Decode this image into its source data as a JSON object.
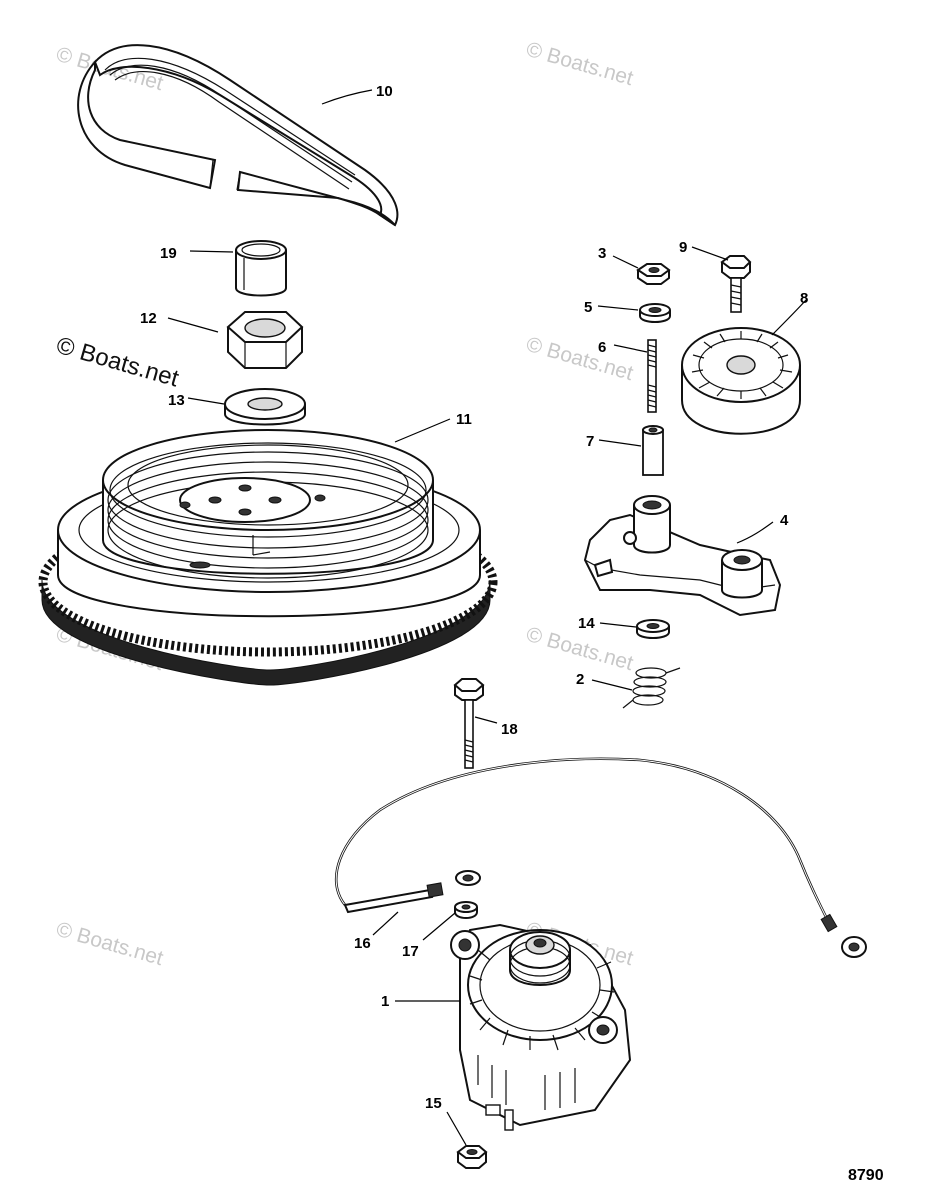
{
  "diagram": {
    "drawing_number": "8790",
    "watermarks": [
      "© Boats.net",
      "© Boats.net",
      "© Boats.net",
      "© Boats.net",
      "© Boats.net",
      "© Boats.net",
      "© Boats.net",
      "© Boats.net"
    ],
    "callouts": {
      "c1": "1",
      "c2": "2",
      "c3": "3",
      "c4": "4",
      "c5": "5",
      "c6": "6",
      "c7": "7",
      "c8": "8",
      "c9": "9",
      "c10": "10",
      "c11": "11",
      "c12": "12",
      "c13": "13",
      "c14": "14",
      "c15": "15",
      "c16": "16",
      "c17": "17",
      "c18": "18",
      "c19": "19"
    }
  }
}
